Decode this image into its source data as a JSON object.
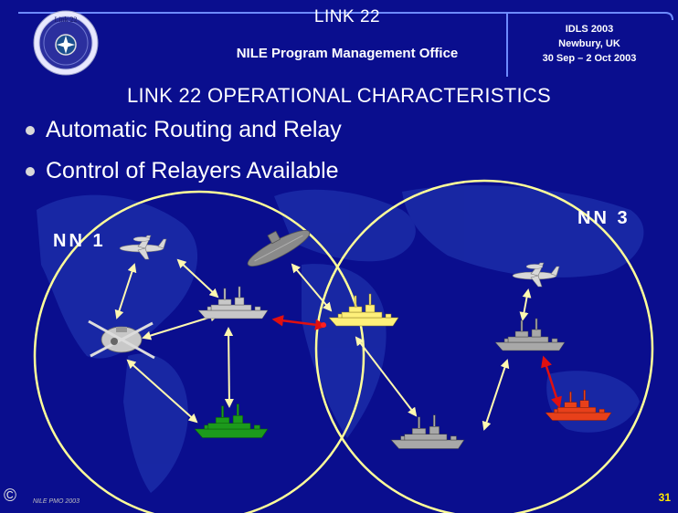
{
  "header": {
    "title": "LINK 22",
    "subtitle": "NILE Program Management Office",
    "event_name": "IDLS 2003",
    "event_location": "Newbury, UK",
    "event_dates": "30 Sep – 2 Oct 2003",
    "logo_text": "Link 22"
  },
  "main": {
    "heading": "LINK 22 OPERATIONAL CHARACTERISTICS",
    "bullets": [
      {
        "text": "Automatic Routing and Relay"
      },
      {
        "text": "Control of Relayers Available"
      }
    ]
  },
  "diagram": {
    "network_1_label": "NN 1",
    "network_3_label": "NN 3",
    "colors": {
      "background": "#0a0e8e",
      "circle": "#ffff99",
      "link": "#fff8b0",
      "relay_link": "#e01010",
      "friendly_ship": "#c8c8c8",
      "relay_ship": "#fff07a",
      "green_ship": "#1c9a1c",
      "red_ship": "#e8401a"
    },
    "units": [
      {
        "type": "aircraft-icon"
      },
      {
        "type": "submarine-icon"
      },
      {
        "type": "helicopter-icon"
      },
      {
        "type": "ship-icon"
      },
      {
        "type": "ship-icon"
      },
      {
        "type": "ship-icon"
      },
      {
        "type": "ship-icon"
      },
      {
        "type": "aircraft-icon"
      },
      {
        "type": "ship-icon"
      },
      {
        "type": "ship-icon"
      }
    ]
  },
  "footer": {
    "copyright": "©",
    "org": "NILE PMO 2003",
    "page_number": "31"
  }
}
